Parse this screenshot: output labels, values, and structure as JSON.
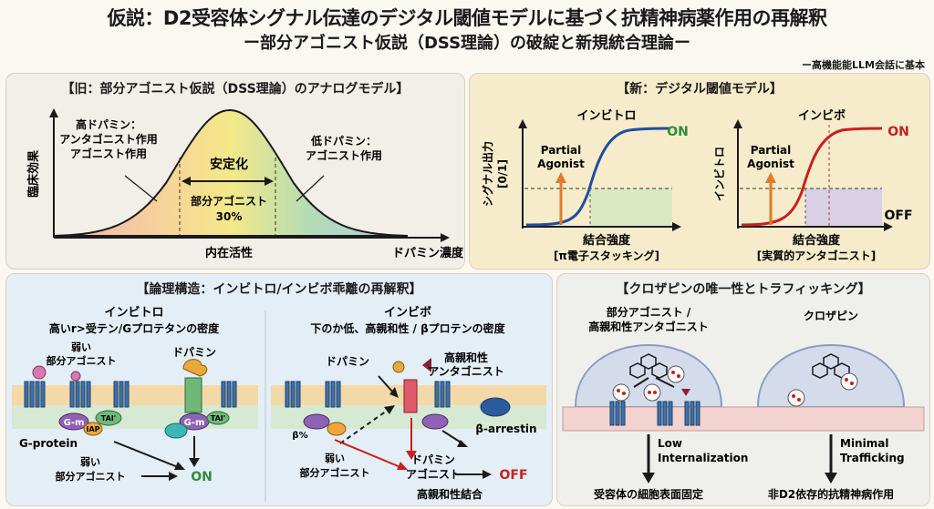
{
  "header": {
    "title": "仮説：D2受容体シグナル伝達のデジタル閾値モデルに基づく抗精神病薬作用の再解釈",
    "subtitle": "ー部分アゴニスト仮説（DSS理論）の破綻と新規統合理論ー",
    "basis": "ー高機能能LLM会話に基本"
  },
  "panel1": {
    "title": "【旧：部分アゴニスト仮説（DSS理論）のアナログモデル】",
    "ylabel": "臨床効果",
    "xlabel": "内在活性",
    "xlabel_right": "ドパミン濃度",
    "left_note_1": "高ドパミン：",
    "left_note_2": "アンタゴニスト作用",
    "left_note_3": "アゴニスト作用",
    "right_note_1": "低ドパミン：",
    "right_note_2": "アゴニスト作用",
    "stabilize": "安定化",
    "partial_1": "部分アゴニスト",
    "partial_2": "30%"
  },
  "panel2": {
    "title": "【新：デジタル閾値モデル】",
    "left": {
      "title": "インビトロ",
      "ylabel_1": "シグナル出力",
      "ylabel_2": "[0/1]",
      "on": "ON",
      "agonist_1": "Partial",
      "agonist_2": "Agonist",
      "xlabel": "結合強度",
      "xsub": "[π電子スタッキング]"
    },
    "right": {
      "title": "インビボ",
      "ylabel": "インビトロ",
      "on": "ON",
      "off": "OFF",
      "agonist_1": "Partial",
      "agonist_2": "Agonist",
      "xlabel": "結合強度",
      "xsub": "[実質的アンタゴニスト]"
    }
  },
  "panel3": {
    "title": "【論理構造：インビトロ/インビボ乖離の再解釈】",
    "left": {
      "title": "インビトロ",
      "subtitle": "高いr>受テン/Gプロテタンの密度",
      "weak_1": "弱い",
      "weak_2": "部分アゴニスト",
      "dopamine": "ドパミン",
      "gm1": "G-m",
      "gm2": "G-m",
      "iap": "IAP",
      "tai1": "TAI'",
      "tai2": "TAI'",
      "gprotein": "G-protein",
      "bottom_1": "弱い",
      "bottom_2": "部分アゴニスト",
      "on": "ON"
    },
    "right": {
      "title": "インビボ",
      "subtitle": "下のか低、高親和性 / βプロテンの密度",
      "dopamine": "ドパミン",
      "high_1": "高親和性",
      "high_2": "アンタゴニスト",
      "beta": "β%",
      "barrestin": "β-arrestin",
      "weak_1": "弱い",
      "weak_2": "部分アゴニスト",
      "da_1": "ドパミン",
      "da_2": "アゴニスト",
      "off": "OFF",
      "bind": "高親和性結合"
    }
  },
  "panel4": {
    "title": "【クロザピンの唯一性とトラフィッキング】",
    "left": {
      "title_1": "部分アゴニスト /",
      "title_2": "高親和性アンタゴニスト",
      "arrow_1": "Low",
      "arrow_2": "Internalization",
      "bottom": "受容体の細胞表面固定"
    },
    "right": {
      "title": "クロザピン",
      "arrow_1": "Minimal",
      "arrow_2": "Trafficking",
      "bottom": "非D2依存的抗精神病作用"
    }
  },
  "colors": {
    "green": "#2f8c3c",
    "red": "#c8201d",
    "blue": "#1f4e9e",
    "orange": "#e07b2a"
  }
}
